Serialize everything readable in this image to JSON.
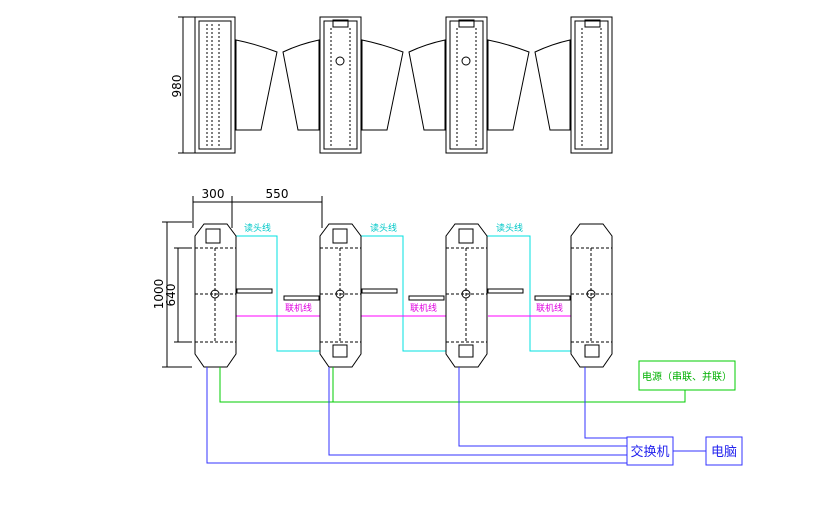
{
  "dimensions": {
    "height_front": "980",
    "width_cabinet": "300",
    "spacing": "550",
    "length_total": "1000",
    "length_inner": "640"
  },
  "lines": {
    "reader": "读头线",
    "network": "联机线"
  },
  "boxes": {
    "power": "电源（串联、并联）",
    "switch": "交换机",
    "computer": "电脑"
  },
  "colors": {
    "drawing": "#000000",
    "reader_line": "#00e0e0",
    "network_line": "#ff00ff",
    "power_line": "#00cc00",
    "comm_line": "#3333ff"
  }
}
